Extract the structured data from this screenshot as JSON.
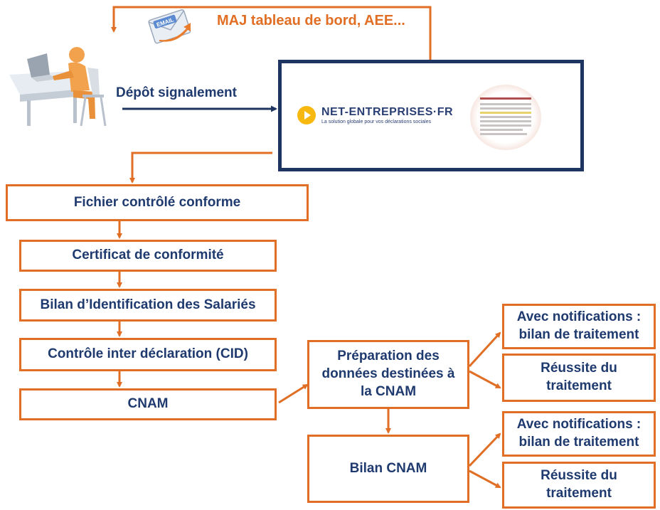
{
  "email_label": "MAJ tableau de bord, AEE...",
  "email_badge": "EMAIL",
  "depot_label": "Dépôt signalement",
  "portal": {
    "name": "NET-ENTREPRISES·FR",
    "tagline": "La solution globale pour vos déclarations sociales"
  },
  "steps": [
    "Fichier contrôlé conforme",
    "Certificat de conformité",
    "Bilan d’Identification des Salariés",
    "Contrôle inter déclaration (CID)",
    "CNAM"
  ],
  "preparation": "Préparation des données destinées à la CNAM",
  "bilan": "Bilan CNAM",
  "outcomes": {
    "notif": "Avec notifications : bilan de traitement",
    "success": "Réussite du traitement"
  },
  "colors": {
    "arrow": "#e06f25",
    "text": "#1f3a6e",
    "frame": "#1e3461",
    "logo": "#f7b90f"
  }
}
